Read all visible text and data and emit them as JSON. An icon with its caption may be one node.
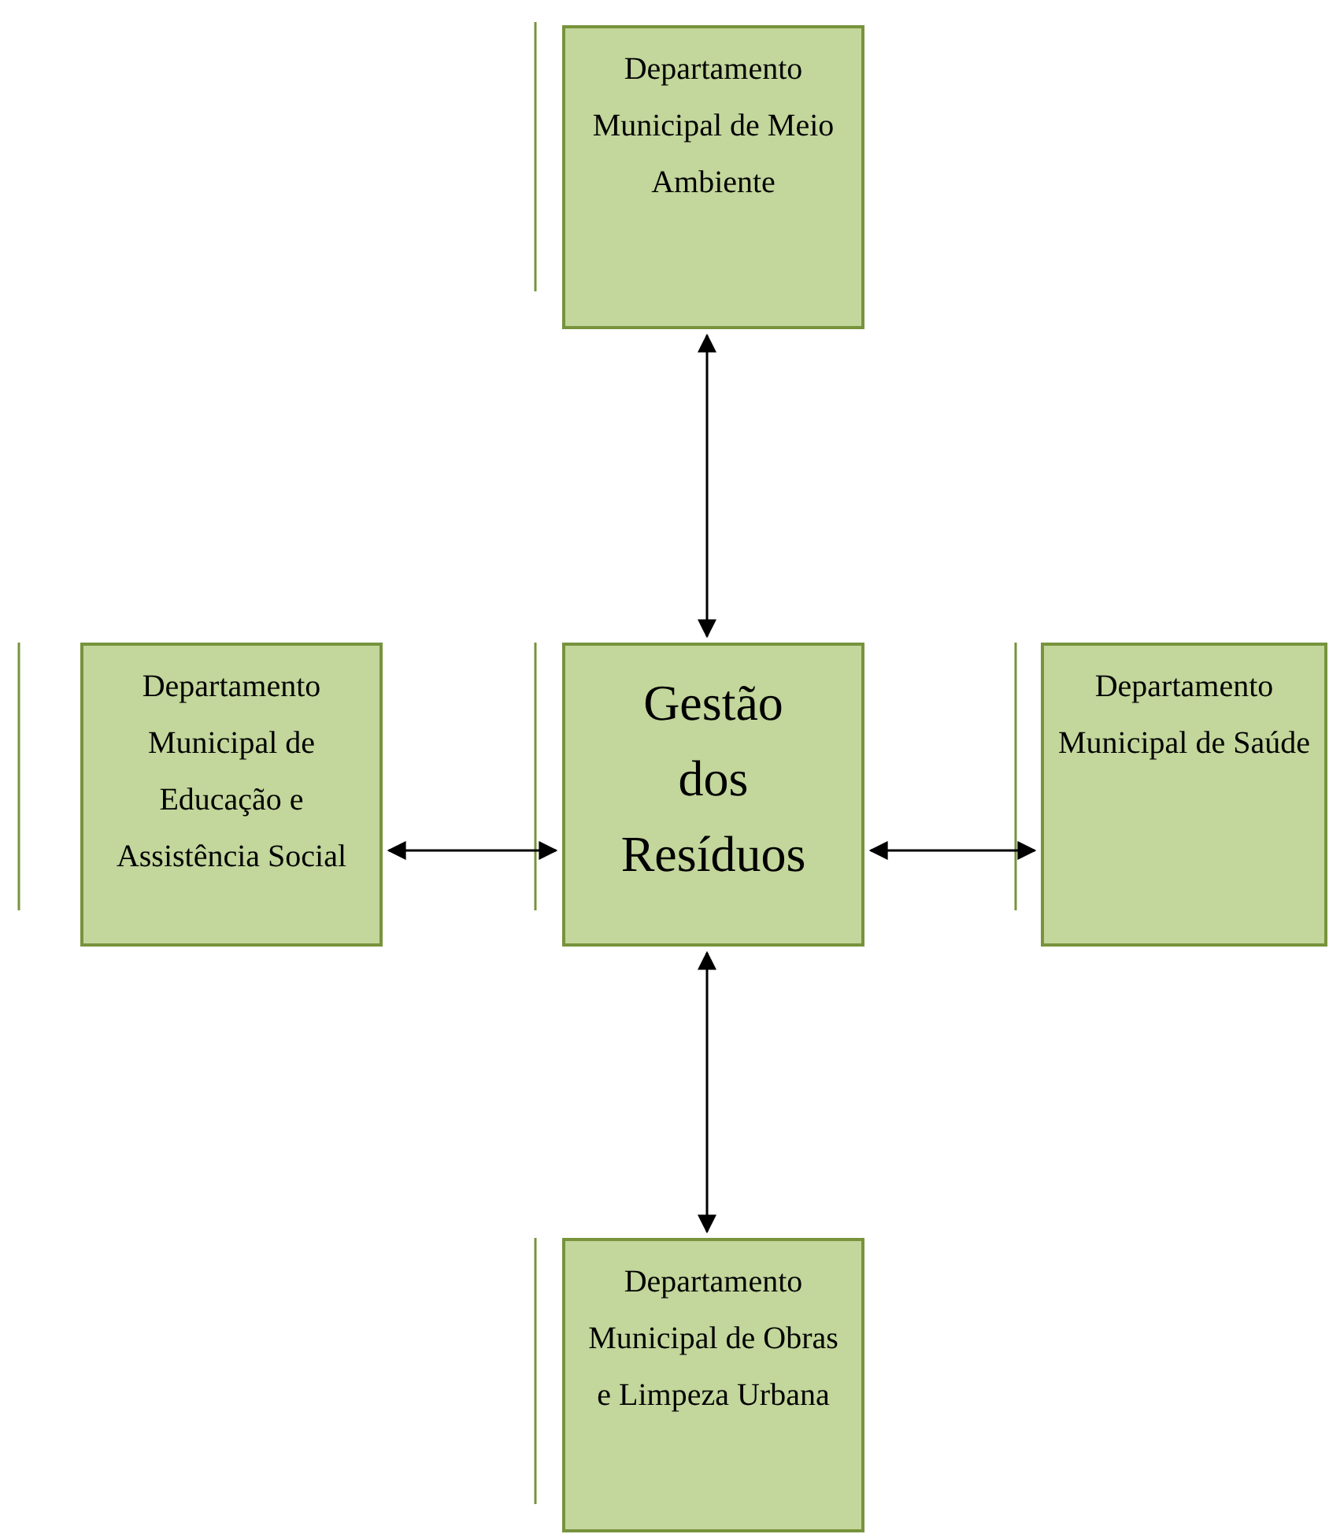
{
  "diagram": {
    "nodes": [
      {
        "text": [
          "Departamento Municipal de Meio Ambiente"
        ]
      },
      {
        "text": [
          "Departamento Municipal de Educação e Assistência Social"
        ]
      },
      {
        "text": [
          "Gestão dos Resíduos"
        ]
      },
      {
        "text": [
          "Departamento Municipal de Saúde"
        ]
      },
      {
        "text": [
          "Departamento Municipal de Obras e Limpeza Urbana"
        ]
      }
    ],
    "edges": [
      {
        "from": 2,
        "to": 0,
        "arrow": "both"
      },
      {
        "from": 2,
        "to": 1,
        "arrow": "both"
      },
      {
        "from": 2,
        "to": 3,
        "arrow": "both"
      },
      {
        "from": 2,
        "to": 4,
        "arrow": "both"
      }
    ]
  }
}
